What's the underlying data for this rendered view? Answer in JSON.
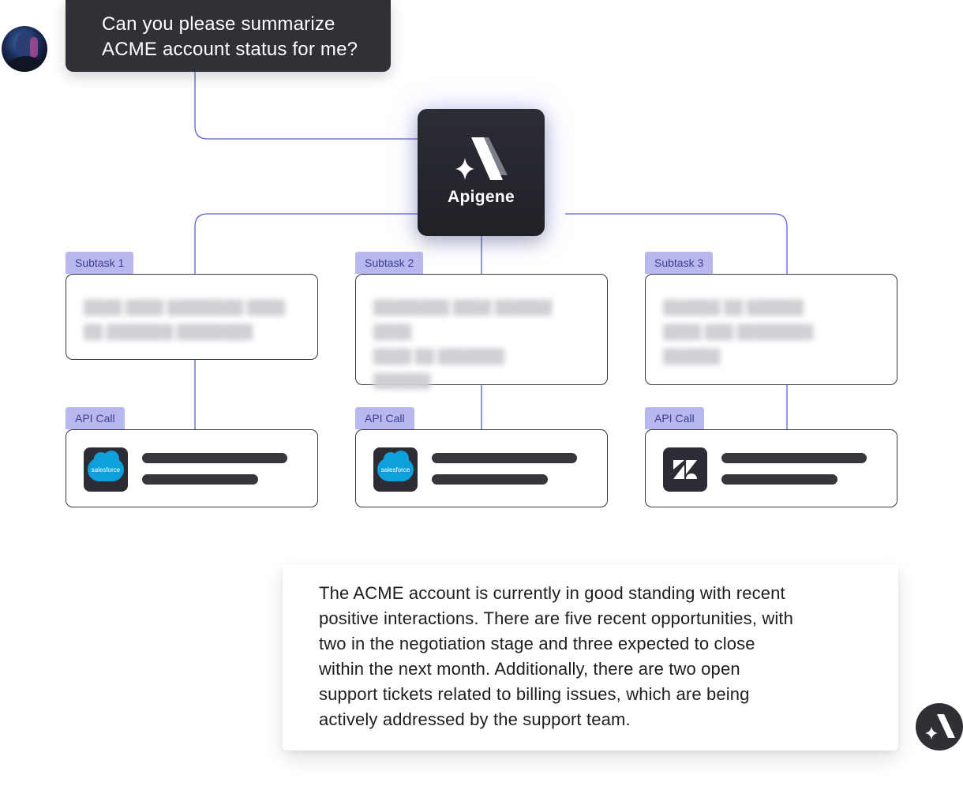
{
  "question": {
    "line1": "Can you please summarize",
    "line2": "ACME account status for me?"
  },
  "hub": {
    "name": "Apigene"
  },
  "subtasks": [
    {
      "tag": "Subtask 1"
    },
    {
      "tag": "Subtask 2"
    },
    {
      "tag": "Subtask 3"
    }
  ],
  "api_calls": [
    {
      "tag": "API Call",
      "icon": "salesforce-icon",
      "icon_label": "salesforce"
    },
    {
      "tag": "API Call",
      "icon": "salesforce-icon",
      "icon_label": "salesforce"
    },
    {
      "tag": "API Call",
      "icon": "zendesk-icon"
    }
  ],
  "answer": {
    "lines": [
      "The ACME account is currently in good standing with recent",
      "positive interactions. There are five recent opportunities, with",
      "two in the negotiation stage and three expected to close",
      "within the next month. Additionally, there are two open",
      "support tickets related to billing issues, which are being",
      "actively addressed by the support team."
    ]
  },
  "colors": {
    "dark": "#303137",
    "accent_lavender": "#b7b8ef",
    "connector_blue": "#4b52c8",
    "salesforce_blue": "#0ea0dc"
  }
}
